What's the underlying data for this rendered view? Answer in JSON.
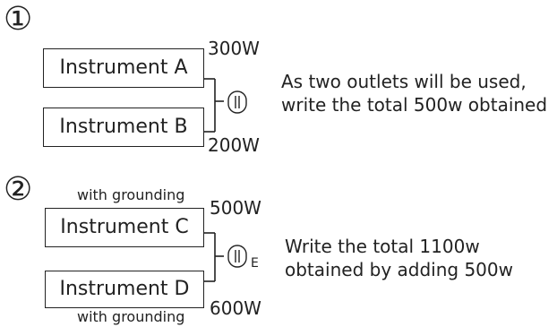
{
  "section1": {
    "number": "①",
    "instrument_a": {
      "label": "Instrument A",
      "watt": "300W"
    },
    "instrument_b": {
      "label": "Instrument B",
      "watt": "200W"
    },
    "note_line1": "As two outlets will be used,",
    "note_line2": "write the total 500w obtained"
  },
  "section2": {
    "number": "②",
    "instrument_c": {
      "label": "Instrument C",
      "watt": "500W",
      "grounding": "with grounding"
    },
    "instrument_d": {
      "label": "Instrument D",
      "watt": "600W",
      "grounding": "with grounding"
    },
    "outlet_suffix": "E",
    "note_line1": "Write the total 1100w",
    "note_line2": "obtained by adding 500w"
  }
}
